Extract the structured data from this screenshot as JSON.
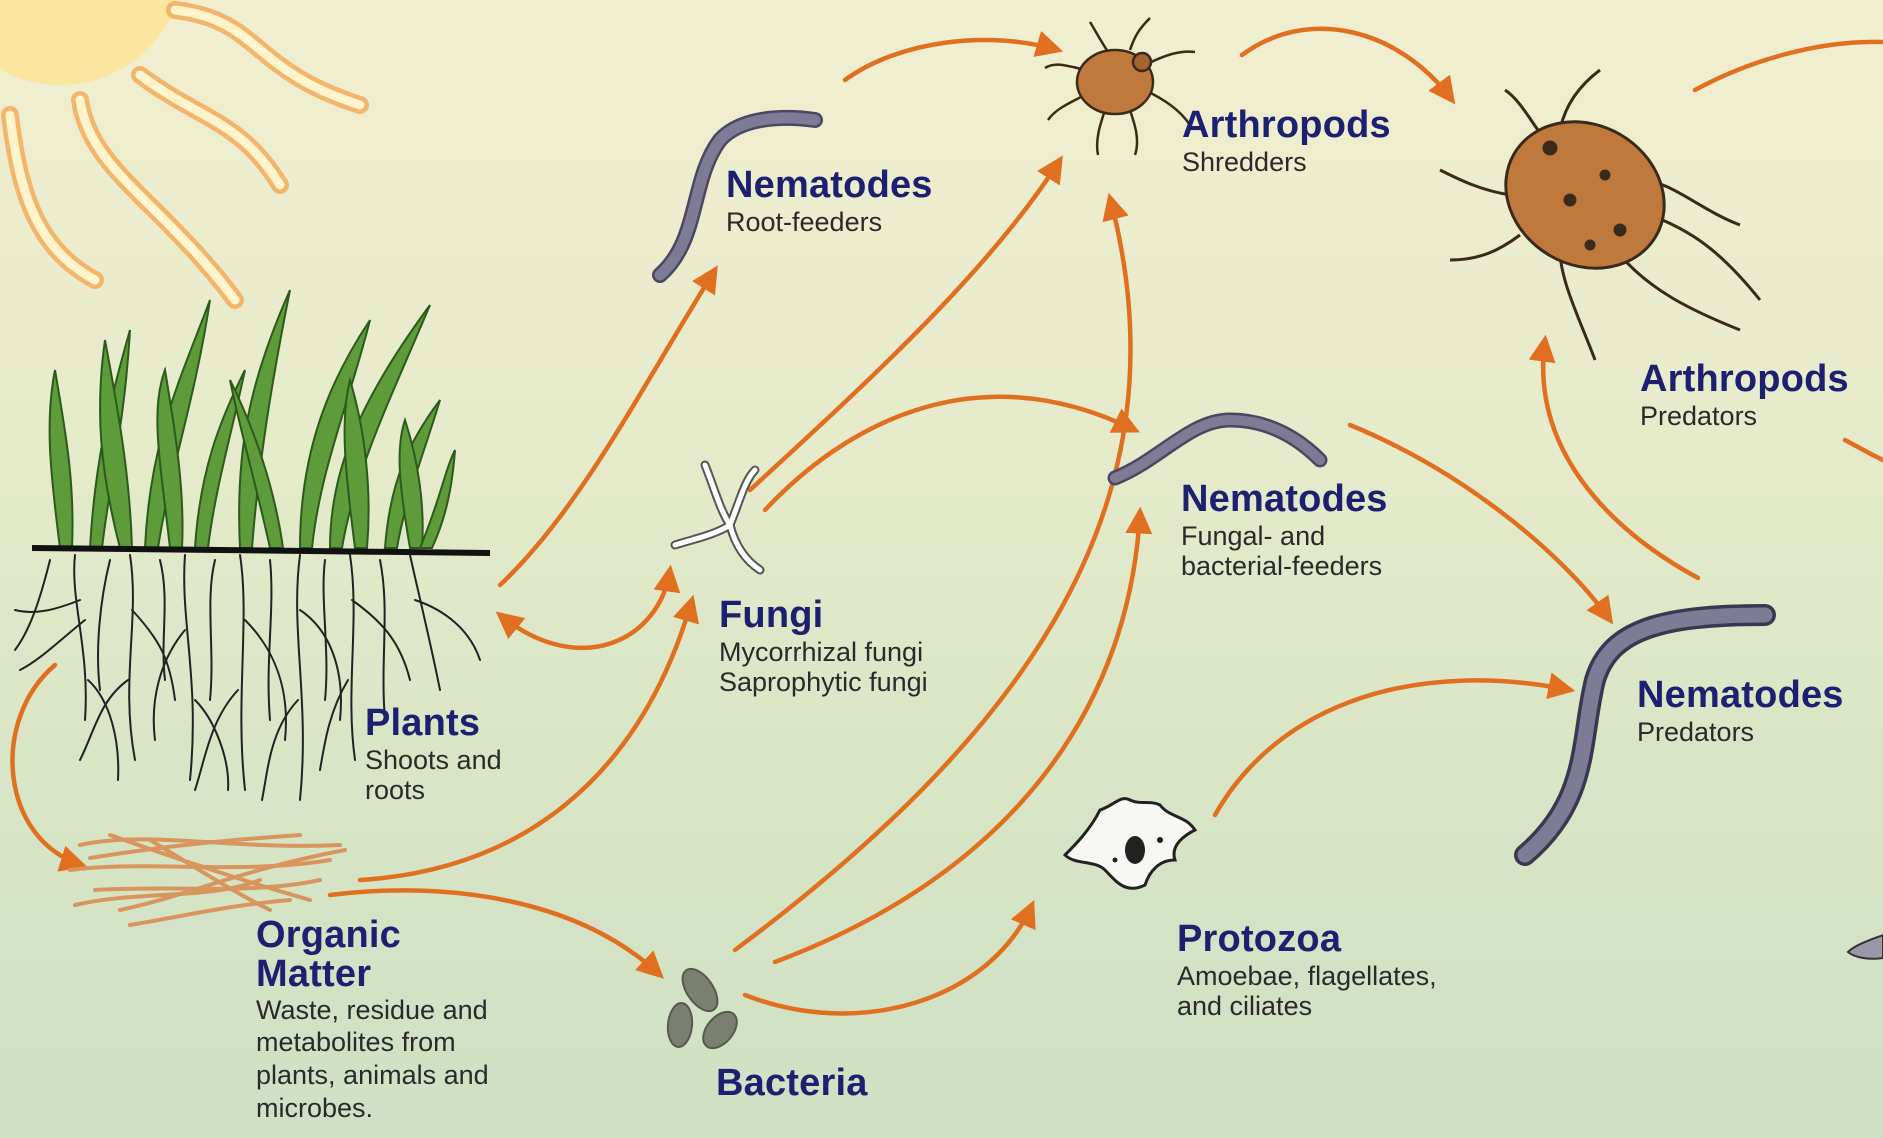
{
  "colors": {
    "background_top": "#f1efd0",
    "background_bottom": "#cfe0c4",
    "arrow": "#e0701f",
    "label_title": "#1d2070",
    "label_desc": "#2a2a2a",
    "nematode": "#7e7b96",
    "arthropod": "#c0793d",
    "plant_leaf": "#5e9b3a",
    "organic_matter": "#d8955e",
    "sun": "#fbe6a0"
  },
  "organisms": {
    "nematodes_root": {
      "name": "Nematodes",
      "desc": [
        "Root-feeders"
      ]
    },
    "arthropods_shredders": {
      "name": "Arthropods",
      "desc": [
        "Shredders"
      ]
    },
    "arthropods_predators": {
      "name": "Arthropods",
      "desc": [
        "Predators"
      ]
    },
    "nematodes_fungal": {
      "name": "Nematodes",
      "desc": [
        "Fungal- and",
        "bacterial-feeders"
      ]
    },
    "fungi": {
      "name": "Fungi",
      "desc": [
        "Mycorrhizal fungi",
        "Saprophytic fungi"
      ]
    },
    "plants": {
      "name": "Plants",
      "desc": [
        "Shoots and",
        "roots"
      ]
    },
    "nematodes_predators": {
      "name": "Nematodes",
      "desc": [
        "Predators"
      ]
    },
    "organic_matter": {
      "name": [
        "Organic",
        "Matter"
      ],
      "desc": [
        "Waste, residue and",
        "metabolites from",
        "plants, animals and",
        "microbes."
      ]
    },
    "protozoa": {
      "name": "Protozoa",
      "desc": [
        "Amoebae, flagellates,",
        "and ciliates"
      ]
    },
    "bacteria": {
      "name": "Bacteria",
      "desc": []
    }
  }
}
